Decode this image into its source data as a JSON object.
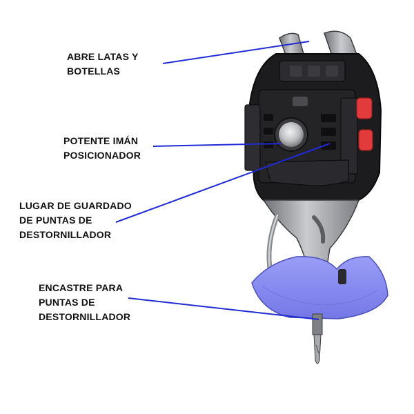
{
  "colors": {
    "leader_line": "#1f2bd6",
    "body_dark": "#1c1c1e",
    "steel": "#9a9ca0",
    "grip_purple": "#8c8ff2",
    "accent_red": "#e23b3b"
  },
  "icons": [
    "multitool-product-image",
    "magnet-icon",
    "red-switch-icon",
    "screwdriver-bit-icon"
  ],
  "callouts": [
    {
      "lines": [
        "ABRE LATAS Y",
        "BOTELLAS"
      ]
    },
    {
      "lines": [
        "POTENTE IMÁN",
        "POSICIONADOR"
      ]
    },
    {
      "lines": [
        "LUGAR DE GUARDADO",
        "DE PUNTAS DE",
        "DESTORNILLADOR"
      ]
    },
    {
      "lines": [
        "ENCASTRE PARA",
        "PUNTAS DE",
        "DESTORNILLADOR"
      ]
    }
  ]
}
